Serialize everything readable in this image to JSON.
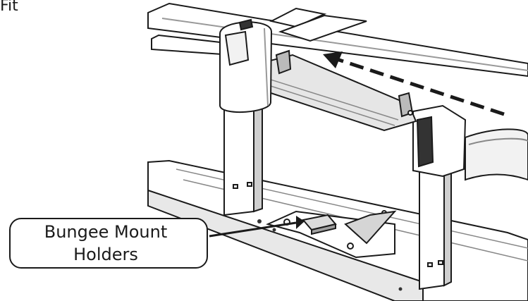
{
  "corner_text": "Fit",
  "callout": {
    "line1": "Bungee Mount",
    "line2": "Holders"
  },
  "colors": {
    "ink": "#1a1a1a",
    "fill_light": "#ffffff",
    "fill_mid": "#e6e6e6",
    "fill_dark": "#9a9a9a"
  }
}
